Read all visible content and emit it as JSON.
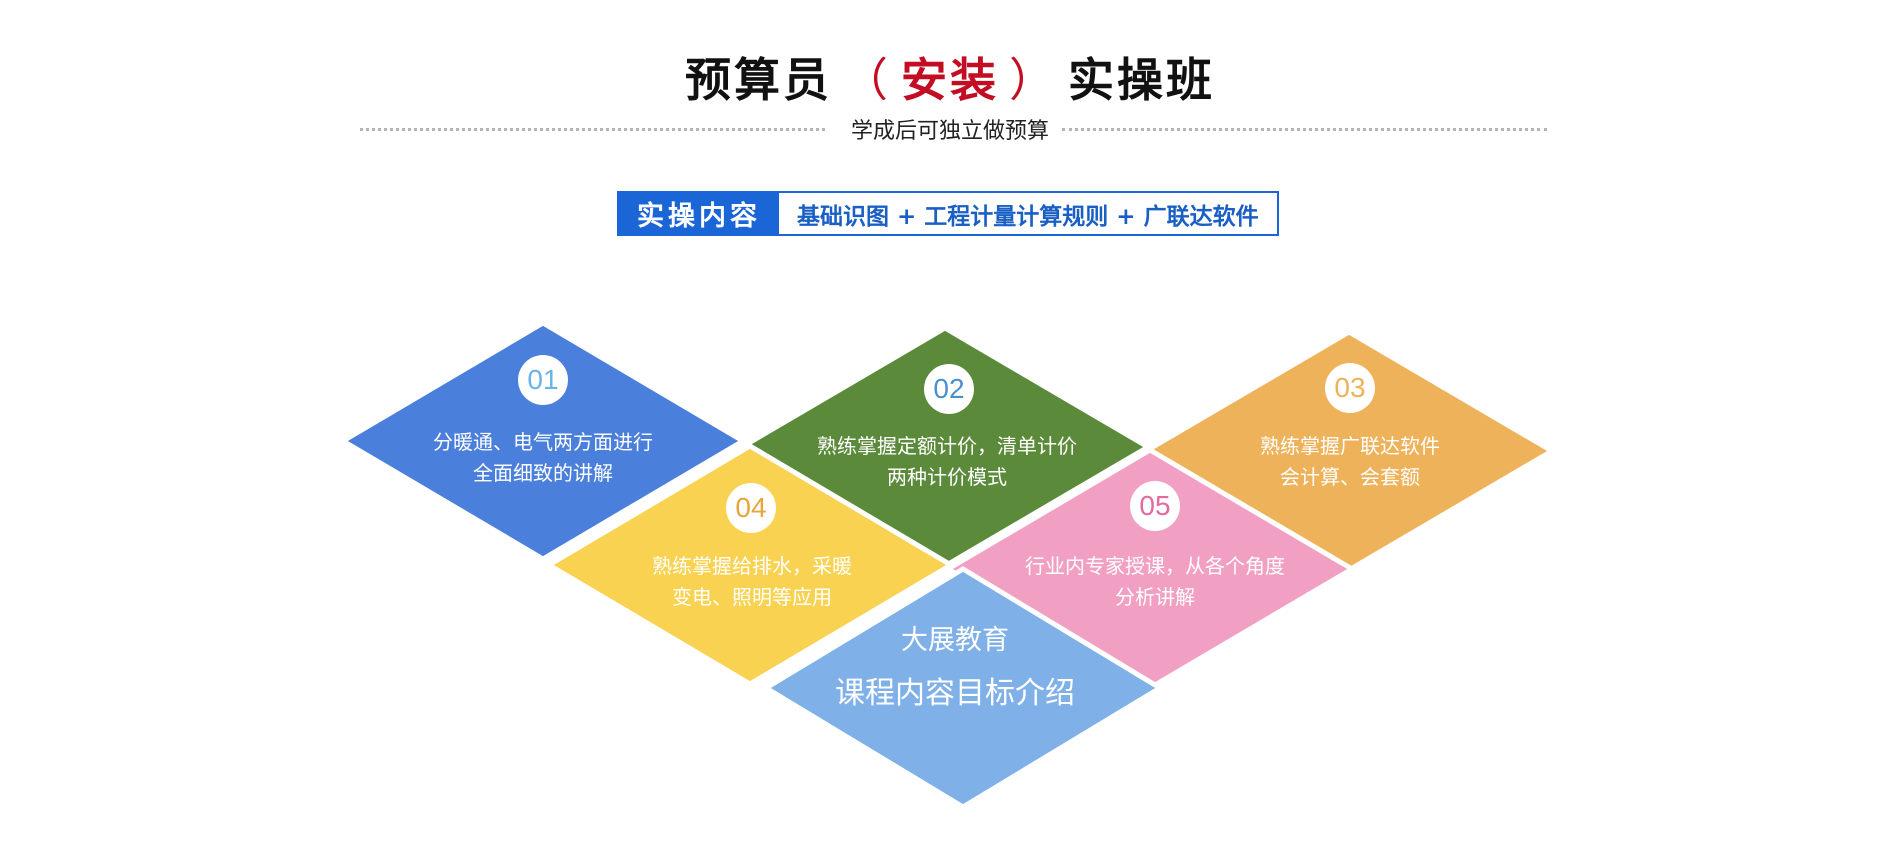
{
  "header": {
    "title_part1": "预算员",
    "paren_open": "（",
    "title_highlight": "安装",
    "paren_close": "）",
    "title_part2": "实操班",
    "subtitle": "学成后可独立做预算"
  },
  "banner": {
    "label": "实操内容",
    "content": "基础识图 + 工程计量计算规则 + 广联达软件"
  },
  "colors": {
    "title_red": "#c30d23",
    "banner_blue": "#1a66d6",
    "item01": "#4a7fdb",
    "item02": "#5a8a3a",
    "item03": "#edb25a",
    "item04": "#f9d252",
    "item05": "#f1a0c3",
    "center": "#7fb0e8"
  },
  "items": [
    {
      "number": "01",
      "line1": "分暖通、电气两方面进行",
      "line2": "全面细致的讲解"
    },
    {
      "number": "02",
      "line1": "熟练掌握定额计价，清单计价",
      "line2": "两种计价模式"
    },
    {
      "number": "03",
      "line1": "熟练掌握广联达软件",
      "line2": "会计算、会套额"
    },
    {
      "number": "04",
      "line1": "熟练掌握给排水，采暖",
      "line2": "变电、照明等应用"
    },
    {
      "number": "05",
      "line1": "行业内专家授课，从各个角度",
      "line2": "分析讲解"
    }
  ],
  "center": {
    "line1": "大展教育",
    "line2": "课程内容目标介绍"
  }
}
